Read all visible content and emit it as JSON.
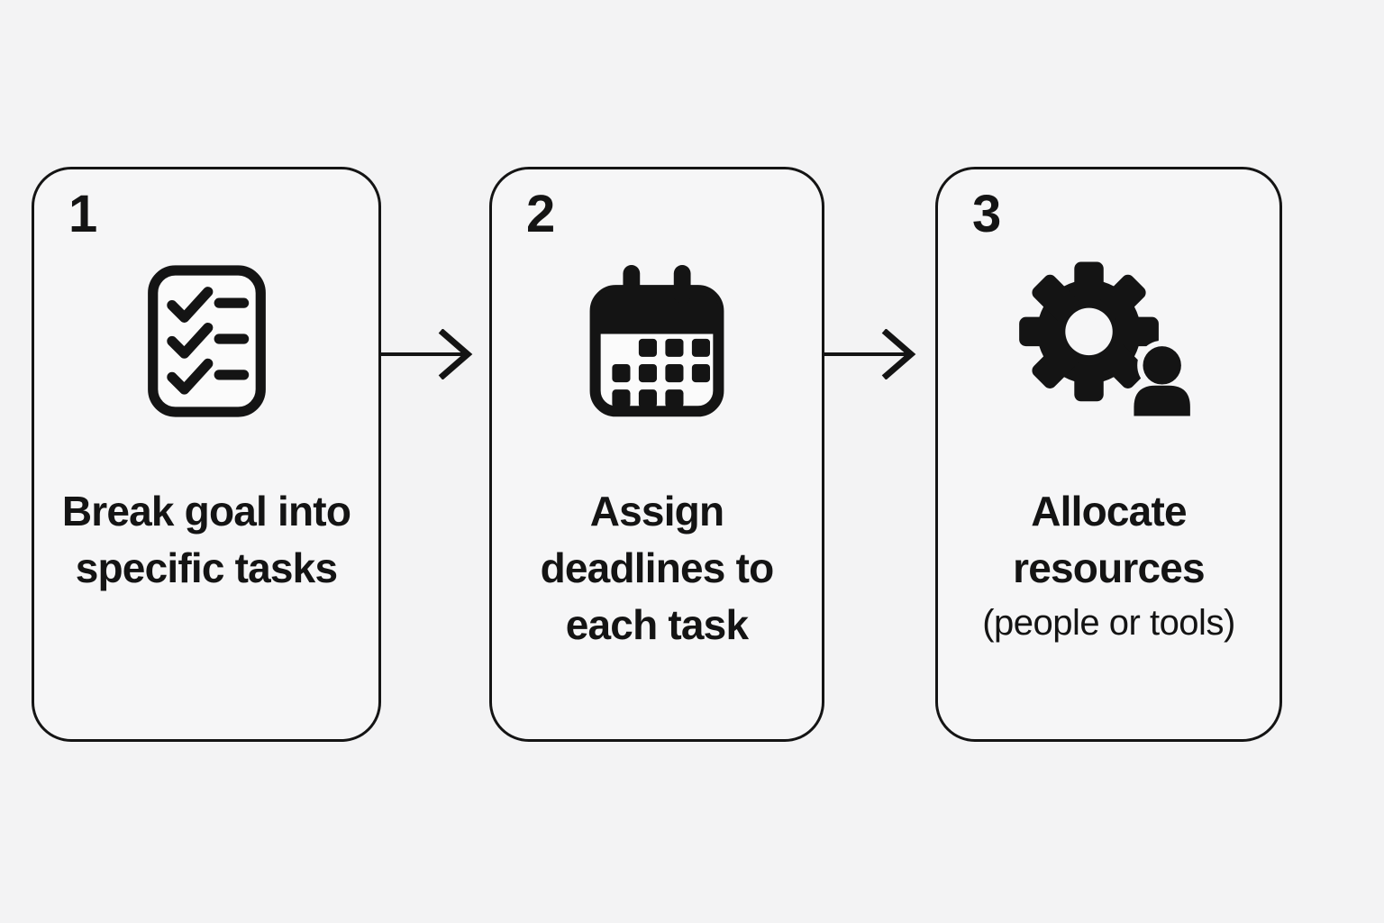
{
  "diagram": {
    "type": "process-flow",
    "direction": "left-to-right",
    "colors": {
      "background": "#f3f3f4",
      "card_background": "#f6f6f7",
      "stroke": "#141414",
      "text": "#141414",
      "icon_paper": "#fbfbfb"
    },
    "steps": [
      {
        "number": "1",
        "icon": "checklist-icon",
        "title": "Break goal into specific tasks",
        "subtitle": ""
      },
      {
        "number": "2",
        "icon": "calendar-icon",
        "title": "Assign deadlines to each task",
        "subtitle": ""
      },
      {
        "number": "3",
        "icon": "gear-person-icon",
        "title": "Allocate resources",
        "subtitle": "(people or tools)"
      }
    ],
    "connectors": [
      {
        "from": "1",
        "to": "2",
        "style": "arrow-right"
      },
      {
        "from": "2",
        "to": "3",
        "style": "arrow-right"
      }
    ]
  }
}
